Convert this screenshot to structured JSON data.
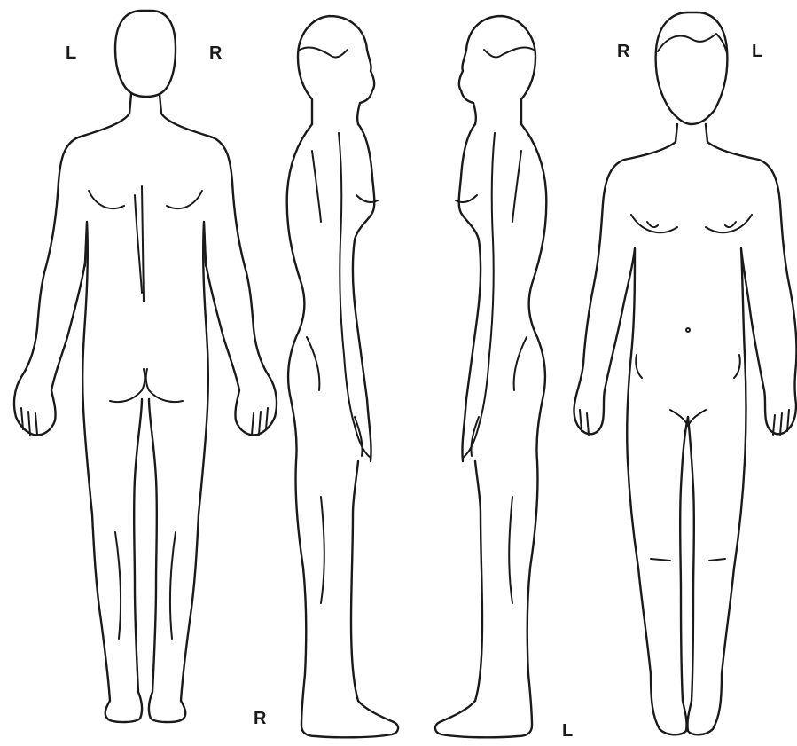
{
  "labels": {
    "back_left": "L",
    "back_right": "R",
    "front_right": "R",
    "front_left": "L",
    "right_side": "R",
    "left_side": "L"
  },
  "figures": [
    {
      "view": "back"
    },
    {
      "view": "right-side"
    },
    {
      "view": "left-side"
    },
    {
      "view": "front"
    }
  ]
}
